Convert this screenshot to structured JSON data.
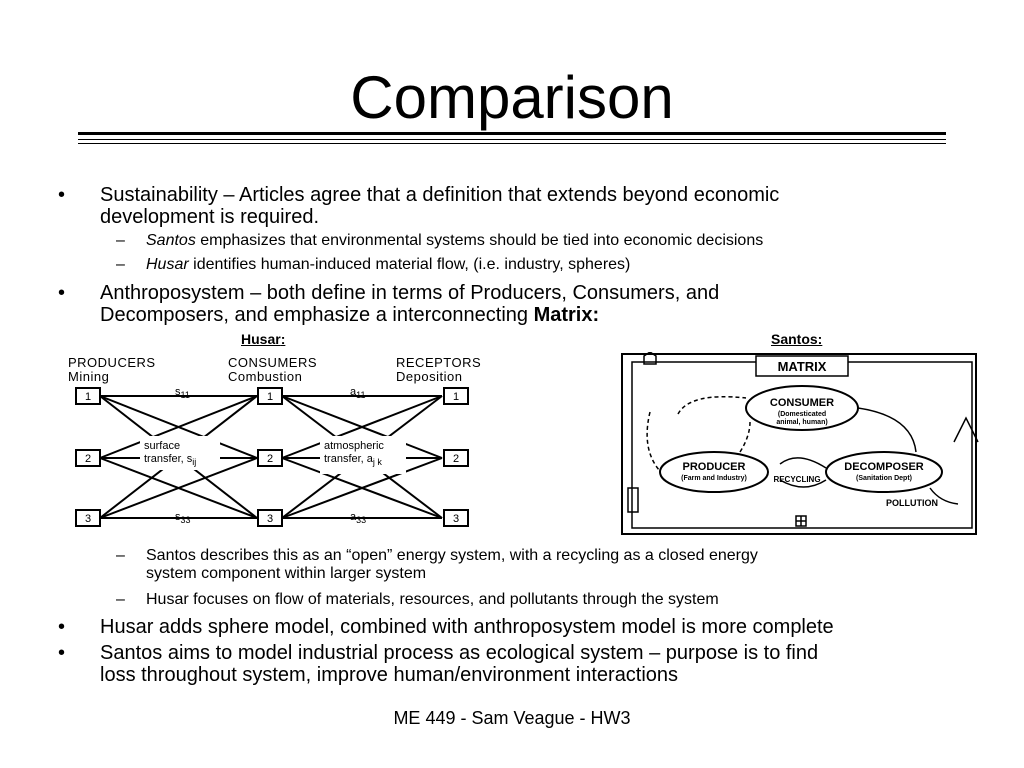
{
  "title": "Comparison",
  "bullets": [
    {
      "mark": "•",
      "lines": [
        "Sustainability – Articles agree that a definition that extends beyond economic",
        "development is required."
      ]
    },
    {
      "mark": "•",
      "line1": "Anthroposystem – both define in terms of Producers, Consumers, and",
      "line2_prefix": "Decomposers, and emphasize a interconnecting ",
      "line2_bold": "Matrix:"
    },
    {
      "mark": "•",
      "text": "Husar adds sphere model, combined with anthroposystem model is more complete"
    },
    {
      "mark": "•",
      "lines": [
        "Santos aims to model industrial process as ecological system – purpose is to find",
        "loss throughout system, improve human/environment interactions"
      ]
    }
  ],
  "subs": [
    {
      "mark": "–",
      "italic": "Santos",
      "rest": " emphasizes that environmental systems should be tied into economic decisions"
    },
    {
      "mark": "–",
      "italic": "Husar",
      "rest": " identifies human-induced material flow, (i.e. industry, spheres)"
    },
    {
      "mark": "–",
      "lines": [
        "Santos describes this as an “open” energy system, with a recycling as a closed energy",
        "system component within larger system"
      ]
    },
    {
      "mark": "–",
      "text": "Husar focuses on flow of materials, resources, and pollutants through the system"
    }
  ],
  "labels": {
    "husar_name": "Husar",
    "husar_colon": ":",
    "santos": "Santos:"
  },
  "husar_diagram": {
    "col_heads": [
      "PRODUCERS",
      "CONSUMERS",
      "RECEPTORS"
    ],
    "col_subs": [
      "Mining",
      "Combustion",
      "Deposition"
    ],
    "nodes": [
      "1",
      "2",
      "3"
    ],
    "edge_labels": {
      "s11": "s",
      "s11_sub": "11",
      "a11": "a",
      "a11_sub": "11",
      "s33": "s",
      "s33_sub": "33",
      "a33": "a",
      "a33_sub": "33"
    },
    "surface": [
      "surface",
      "transfer, s"
    ],
    "surface_sub": "ij",
    "atmos": [
      "atmospheric",
      "transfer, a"
    ],
    "atmos_sub": "j k"
  },
  "santos_diagram": {
    "matrix": "MATRIX",
    "consumer": "CONSUMER",
    "consumer_sub": [
      "(Domesticated",
      "animal, human)"
    ],
    "producer": "PRODUCER",
    "producer_sub": "(Farm and Industry)",
    "decomposer": "DECOMPOSER",
    "decomposer_sub": "(Sanitation Dept)",
    "recycling": "RECYCLING",
    "pollution": "POLLUTION"
  },
  "footer": "ME 449  -  Sam Veague  -  HW3"
}
